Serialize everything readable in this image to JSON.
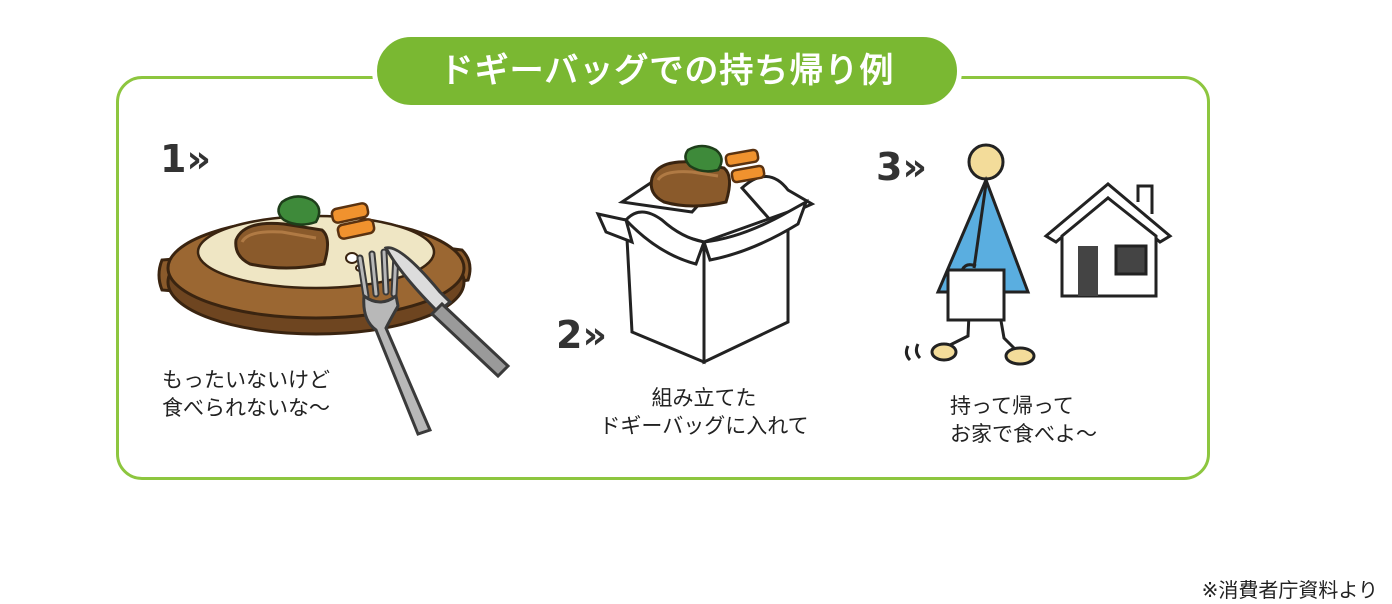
{
  "title": "ドギーバッグでの持ち帰り例",
  "steps": [
    {
      "number": "1»",
      "caption_lines": [
        "もったいないけど",
        "食べられないな〜"
      ]
    },
    {
      "number": "2»",
      "caption_lines": [
        "組み立てた",
        "ドギーバッグに入れて"
      ]
    },
    {
      "number": "3»",
      "caption_lines": [
        "持って帰って",
        "お家で食べよ〜"
      ]
    }
  ],
  "source_note": "※消費者庁資料より",
  "icons": [
    "steak-plate-icon",
    "fork-icon",
    "knife-icon",
    "doggy-bag-box-icon",
    "walking-person-icon",
    "house-icon"
  ],
  "colors": {
    "accent_green": "#7ab832",
    "frame_green": "#8dc63f",
    "plate_brown": "#8a5a2b",
    "person_blue": "#5aaee0",
    "skin": "#f3dc9a"
  }
}
